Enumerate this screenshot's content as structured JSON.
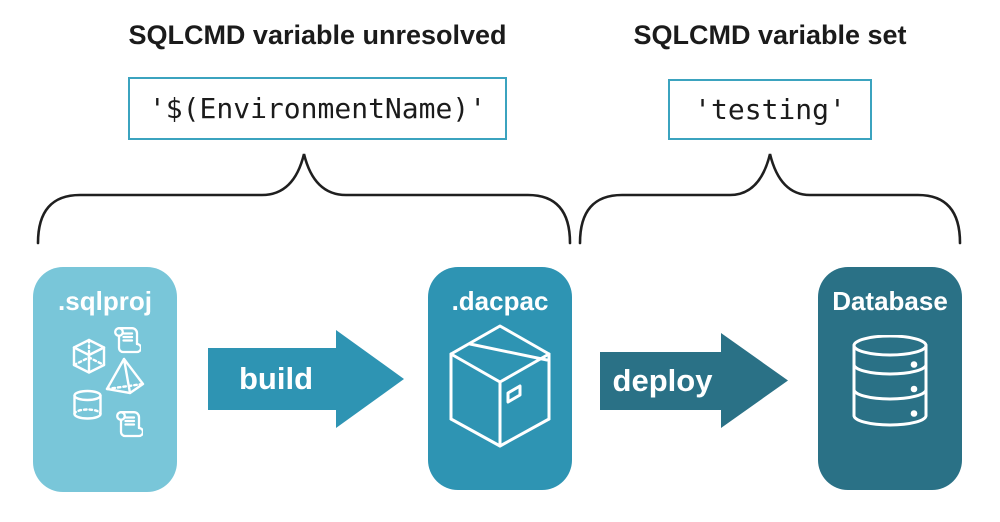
{
  "annotations": {
    "left": {
      "title": "SQLCMD variable unresolved",
      "code": "'$(EnvironmentName)'"
    },
    "right": {
      "title": "SQLCMD variable set",
      "code": "'testing'"
    }
  },
  "nodes": {
    "sqlproj": {
      "label": ".sqlproj"
    },
    "dacpac": {
      "label": ".dacpac"
    },
    "database": {
      "label": "Database"
    }
  },
  "arrows": {
    "build": {
      "label": "build"
    },
    "deploy": {
      "label": "deploy"
    }
  },
  "icons": {
    "sqlproj": [
      "script-scroll-icon",
      "cube-icon",
      "pyramid-icon",
      "cylinder-icon",
      "script-scroll-icon"
    ],
    "dacpac": "package-box-icon",
    "database": "database-cylinder-icon"
  },
  "colors": {
    "sqlproj_fill": "#79C6D9",
    "dacpac_fill": "#2E94B3",
    "build_arrow_fill": "#2E94B3",
    "deploy_arrow_fill": "#2A7186",
    "database_fill": "#2A7186",
    "code_box_border": "#3BA3BF",
    "brace_stroke": "#1F1F1F",
    "text": "#1B1B1B",
    "icon_stroke": "#FFFFFF"
  }
}
